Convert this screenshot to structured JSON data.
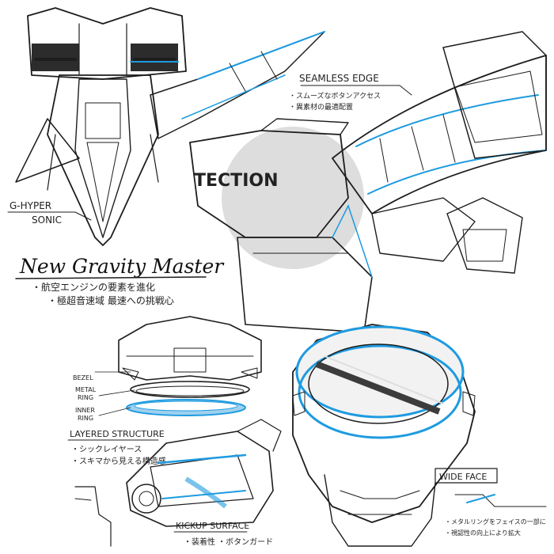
{
  "labels": {
    "g_hyper_sonic": [
      "G-HYPER",
      "SONIC"
    ],
    "title": "New Gravity Master",
    "title_notes": [
      "・航空エンジンの要素を進化",
      "・極超音速域  最速への挑戦心"
    ],
    "seamless_edge": "SEAMLESS EDGE",
    "seamless_notes": [
      "・スムーズなボタンアクセス",
      "・異素材の最適配置"
    ],
    "tection": "TECTION",
    "bezel": "BEZEL",
    "metal_ring": [
      "METAL",
      "RING"
    ],
    "inner_ring": [
      "INNER",
      "RING"
    ],
    "layered_structure": "LAYERED STRUCTURE",
    "layered_notes": [
      "・シックレイヤース",
      "・スキマから見える構造感"
    ],
    "kickup_surface": "KICKUP SURFACE",
    "kickup_notes": "・装着性  ・ボタンガード",
    "wide_face": "WIDE FACE",
    "wide_face_notes": [
      "・メタルリングをフェイスの一部に",
      "・視認性の向上により拡大"
    ]
  },
  "colors": {
    "ink": "#1d1d1d",
    "accent_blue": "#1e9be0",
    "shade_dark": "#4a4a4a",
    "shade_mid": "#8a8a8a",
    "shade_light": "#c9c9c9",
    "paper": "#ffffff"
  }
}
